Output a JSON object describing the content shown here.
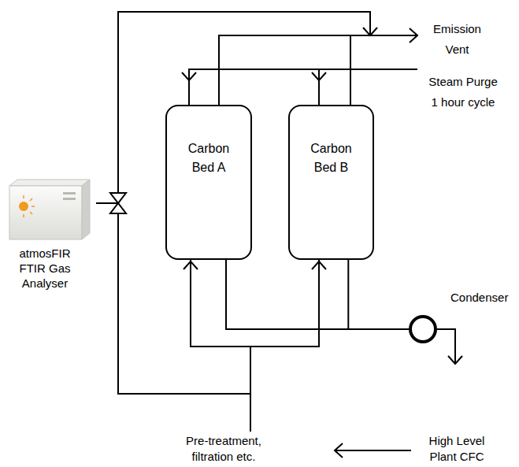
{
  "diagram": {
    "nodes": [
      {
        "text": [
          "atmosFIR FTIR Gas Analyser"
        ]
      },
      {
        "text": [
          "Carbon Bed A"
        ]
      },
      {
        "text": [
          "Carbon Bed B"
        ]
      },
      {
        "text": [
          "Condenser"
        ]
      }
    ],
    "edges": [
      {
        "from": 1,
        "to": 3,
        "arrow": "none"
      },
      {
        "from": 2,
        "to": 3,
        "arrow": "none"
      }
    ],
    "labels": [
      "Emission Vent",
      "Steam Purge 1 hour cycle",
      "Pre-treatment, filtration etc.",
      "High Level Plant CFC"
    ]
  }
}
